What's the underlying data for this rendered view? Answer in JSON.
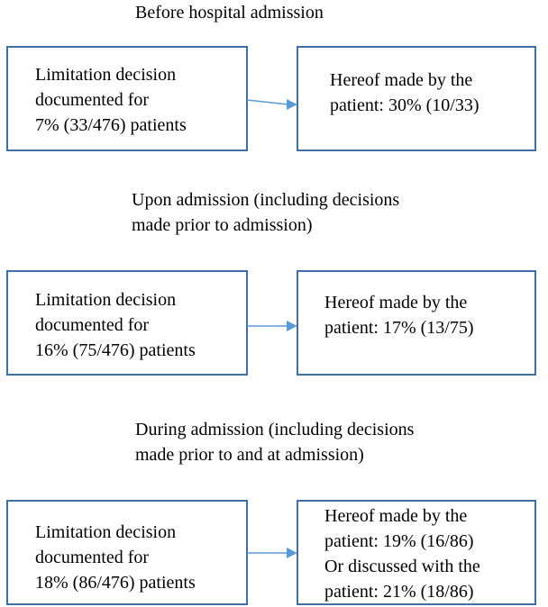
{
  "sections": [
    {
      "heading": [
        "Before hospital admission"
      ],
      "documented": [
        "Limitation decision",
        "documented for",
        "7% (33/476) patients"
      ],
      "patient": [
        "Hereof made by the",
        "patient: 30% (10/33)"
      ]
    },
    {
      "heading": [
        "Upon admission (including decisions",
        "made prior to admission)"
      ],
      "documented": [
        "Limitation decision",
        "documented for",
        "16% (75/476) patients"
      ],
      "patient": [
        "Hereof made by the",
        "patient: 17% (13/75)"
      ]
    },
    {
      "heading": [
        "During admission (including decisions",
        "made prior to and at admission)"
      ],
      "documented": [
        "Limitation decision",
        "documented for",
        "18% (86/476) patients"
      ],
      "patient": [
        "Hereof made by the",
        "patient: 19% (16/86)",
        "Or discussed with the",
        "patient: 21% (18/86)"
      ]
    }
  ],
  "colors": {
    "box_border": "#3f6fa3",
    "arrow": "#5b9bd5"
  }
}
